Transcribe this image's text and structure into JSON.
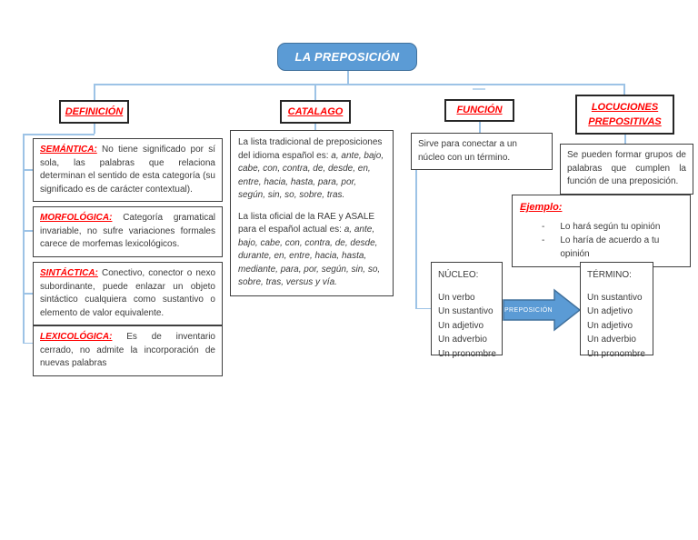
{
  "title": "LA PREPOSICIÓN",
  "colors": {
    "accent_blue": "#5B9BD5",
    "accent_blue_border": "#41719C",
    "connector_blue": "#9DC3E6",
    "keyword_red": "#FF0000",
    "body_text": "#3A3A3A"
  },
  "definicion": {
    "label": "DEFINICIÓN",
    "items": [
      {
        "term": "SEMÁNTICA:",
        "text": "No tiene significado por sí sola, las palabras que relaciona determinan el sentido de esta categoría (su significado es de carácter contextual)."
      },
      {
        "term": "MORFOLÓGICA:",
        "text": "Categoría gramatical invariable, no sufre variaciones formales carece de morfemas lexicológicos."
      },
      {
        "term": "SINTÁCTICA:",
        "text": "Conectivo, conector o nexo subordinante, puede enlazar un objeto sintáctico cualquiera como sustantivo o elemento de valor equivalente."
      },
      {
        "term": "LEXICOLÓGICA:",
        "text": "Es de inventario cerrado, no admite la incorporación de nuevas palabras"
      }
    ]
  },
  "catalago": {
    "label": "CATALAGO",
    "para1_intro": "La lista tradicional de preposiciones del idioma español es:",
    "para1_list": "a, ante, bajo, cabe, con, contra, de, desde, en, entre, hacia, hasta, para, por, según, sin, so, sobre, tras.",
    "para2_intro": "La lista oficial de la RAE y ASALE para el español actual es:",
    "para2_list": "a, ante, bajo, cabe, con, contra, de, desde, durante, en, entre, hacia, hasta, mediante, para, por, según, sin, so, sobre, tras, versus y vía."
  },
  "funcion": {
    "label": "FUNCIÓN",
    "text": "Sirve para conectar a un núcleo con un término.",
    "arrow_label": "PREPOSICIÓN",
    "nucleo": {
      "title": "NÚCLEO:",
      "items": [
        "Un verbo",
        "Un sustantivo",
        "Un adjetivo",
        "Un adverbio",
        "Un pronombre"
      ]
    },
    "termino": {
      "title": "TÉRMINO:",
      "items": [
        "Un sustantivo",
        "Un adjetivo",
        "Un adjetivo",
        "Un adverbio",
        "Un pronombre"
      ]
    }
  },
  "locuciones": {
    "label": "LOCUCIONES PREPOSITIVAS",
    "text": "Se pueden formar grupos de palabras que cumplen la función de una preposición.",
    "ejemplo": {
      "title": "Ejemplo:",
      "bullet": "-",
      "items": [
        "Lo hará según tu opinión",
        "Lo haría de acuerdo a tu opinión"
      ]
    }
  }
}
